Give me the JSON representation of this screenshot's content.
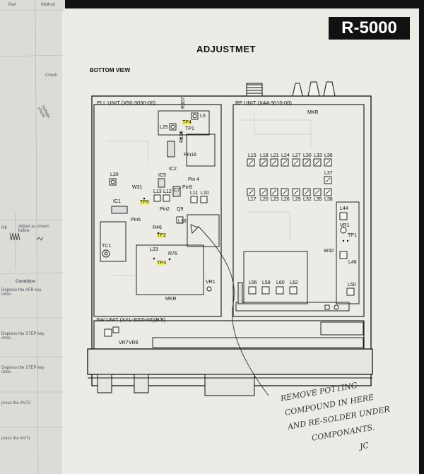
{
  "left_page": {
    "texts": [
      "Part",
      "Method",
      "Check",
      "Voltage check",
      "R8",
      "Adjust as shown below",
      "Condition",
      "Depress the AFB key once.",
      "Depress the STEP key once.",
      "Depress the STEP key once.",
      "press the ANT2",
      "press the ANT1"
    ]
  },
  "page": {
    "model": "R-5000",
    "title": "ADJUSTMET",
    "view": "BOTTOM VIEW"
  },
  "units": {
    "pll": "PLL UNIT (X50-3030-00)",
    "rf": "RF UNIT (X44-3010-00)",
    "sw": "SW UNIT (X41-3000-00)(B/8)"
  },
  "labels": {
    "l5": "L5",
    "r307": "R307",
    "tp4": "TP4",
    "tp1": "TP1",
    "l25": "L25",
    "r150": "R150",
    "pin16": "Pin16",
    "ic2": "IC2",
    "l30": "L30",
    "ic5": "IC5",
    "pin4": "Pin 4",
    "w31": "W31",
    "l13": "L13",
    "l12": "L12",
    "ic7": "IC7",
    "pin5a": "Pin5",
    "l11": "L11",
    "l10": "L10",
    "tp5": "TP5",
    "pin2": "Pin2",
    "q9": "Q9",
    "ic1": "IC1",
    "pin5b": "Pin5",
    "r46": "R46",
    "l16": "L16",
    "tp2": "TP2",
    "tc1": "TC1",
    "l23": "L23",
    "r76": "R76",
    "tp3": "TP3",
    "vr1": "VR1",
    "mkr1": "MKR",
    "mkr2": "MKR",
    "l15": "L15",
    "l18": "L18",
    "l21": "L21",
    "l24": "L24",
    "l27": "L27",
    "l30b": "L30",
    "l33": "L33",
    "l36": "L36",
    "l37": "L37",
    "l17": "L17",
    "l20": "L20",
    "l23b": "L23",
    "l26": "L26",
    "l29": "L29",
    "l32": "L32",
    "l35": "L35",
    "l38": "L38",
    "l44": "L44",
    "vr1b": "VR1",
    "tp1b": "TP1",
    "w42": "W42",
    "l48": "L48",
    "l56": "L56",
    "l58": "L58",
    "l60": "L60",
    "l62": "L62",
    "l50": "L50",
    "vr7": "VR7",
    "vr6": "VR6"
  },
  "handwritten_note": [
    "REMOVE POTTING",
    "COMPOUND IN HERE",
    "AND RE-SOLDER UNDER",
    "COMPONANTS.",
    "JC"
  ]
}
